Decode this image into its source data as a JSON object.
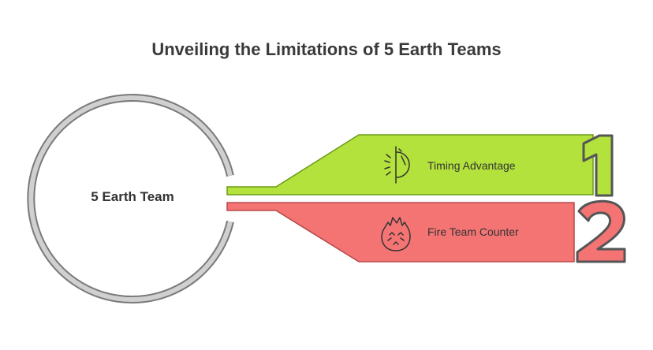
{
  "title": "Unveiling the Limitations of 5 Earth Teams",
  "center": {
    "label": "5 Earth Team"
  },
  "items": [
    {
      "number": "1",
      "label": "Timing Advantage",
      "icon": "stopwatch-icon",
      "color": "#b3e23c"
    },
    {
      "number": "2",
      "label": "Fire Team Counter",
      "icon": "flame-face-icon",
      "color": "#f47474"
    }
  ],
  "colors": {
    "ring": "#c8c8c8",
    "ring_stroke": "#7a7a7a",
    "outline": "#777777"
  }
}
